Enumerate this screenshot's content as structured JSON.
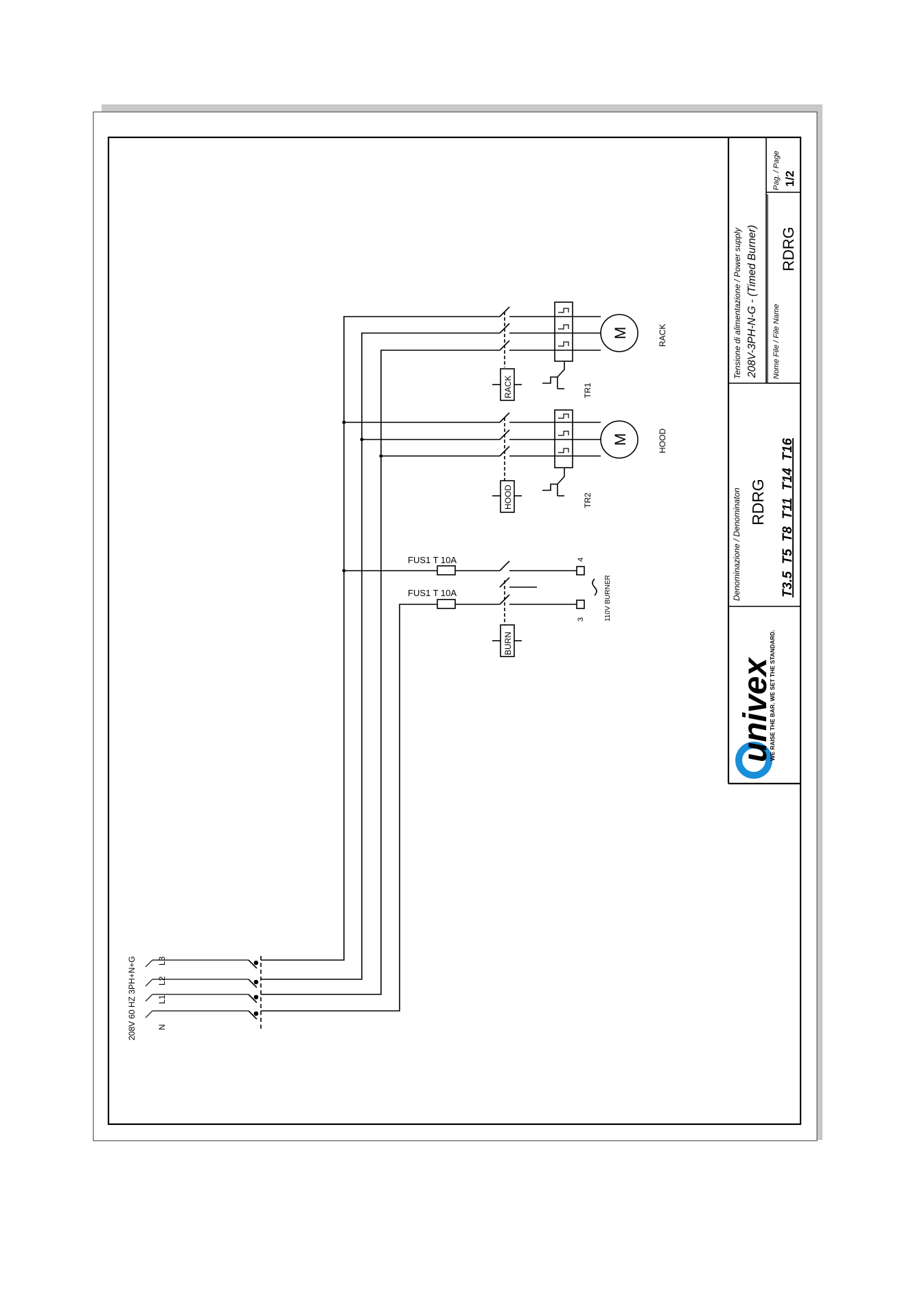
{
  "supply": {
    "label": "208V 60 HZ 3PH+N+G",
    "phases": [
      "N",
      "L1",
      "L2",
      "L3"
    ]
  },
  "fuses": [
    {
      "label": "FUS1 T 10A"
    },
    {
      "label": "FUS1 T 10A"
    }
  ],
  "contactors": {
    "burner": "BURN",
    "hood": "HOOD",
    "rack": "RACK"
  },
  "relays": {
    "hood": "TR2",
    "rack": "TR1"
  },
  "motors": {
    "symbol": "M",
    "hood": "HOOD",
    "rack": "RACK"
  },
  "burner": {
    "label": "110V BURNER",
    "terminal_a": "3",
    "terminal_b": "4"
  },
  "title_block": {
    "power_supply_caption": "Tensione di alimentazione / Power supply",
    "power_supply_value": "208V-3PH-N-G - (Timed Burner)",
    "file_name_caption": "Nome File / File Name",
    "file_name_value": "RDRG",
    "page_caption": "Pag. / Page",
    "page_value": "1/2",
    "denomination_caption": "Denominazione / Denominaton",
    "denomination_value": "RDRG",
    "models": "T3.5  T5  T8  T11  T14  T16",
    "logo_text": "univex",
    "tagline": "WE RAISE THE BAR. WE SET THE STANDARD."
  }
}
